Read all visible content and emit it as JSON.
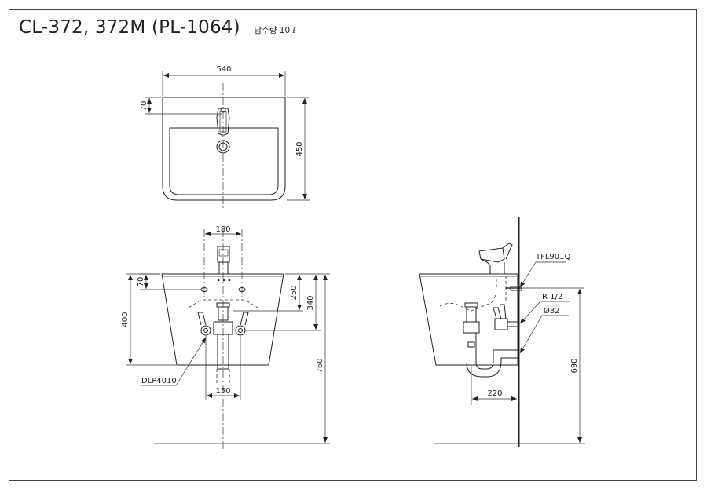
{
  "title": {
    "model": "CL-372, 372M (PL-1064)",
    "capacity": "_ 담수량 10 ℓ"
  },
  "top_view": {
    "dim_width": "540",
    "dim_depth": "450",
    "dim_faucet": "70"
  },
  "front_view": {
    "dim_faucet_holes": "180",
    "dim_top": "70",
    "dim_height": "400",
    "dim_drain": "250",
    "dim_supply": "340",
    "dim_floor": "760",
    "dim_spacing": "150",
    "drain_label": "DLP4010"
  },
  "side_view": {
    "valve_label": "TFL901Q",
    "thread_label": "R 1/2",
    "pipe_label": "Ø32",
    "dim_wall": "220",
    "dim_height": "690"
  }
}
